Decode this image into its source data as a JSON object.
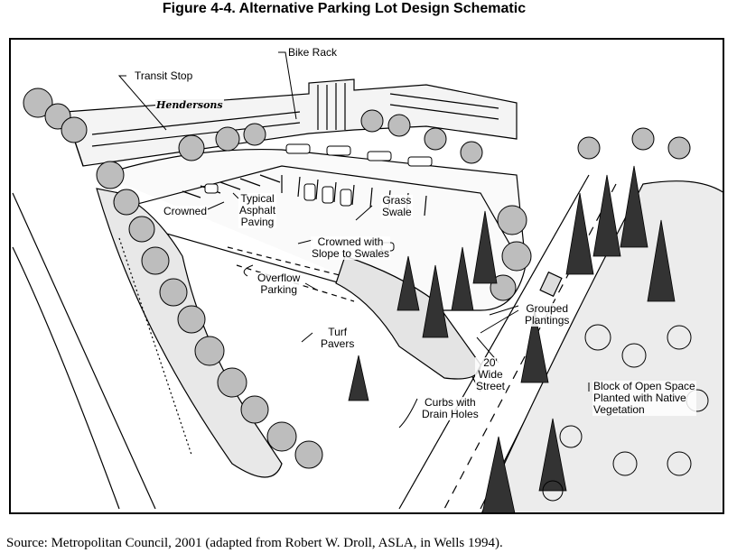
{
  "figure": {
    "title": "Figure 4-4. Alternative Parking Lot Design Schematic"
  },
  "labels": {
    "bike_rack": "Bike Rack",
    "transit_stop": "Transit Stop",
    "store_sign": "Hendersons",
    "crowned": "Crowned",
    "typical_asphalt_paving": "Typical\nAsphalt\nPaving",
    "grass_swale": "Grass\nSwale",
    "crowned_with_slope": "Crowned with\nSlope to Swales",
    "overflow_parking": "Overflow\nParking",
    "turf_pavers": "Turf\nPavers",
    "grouped_plantings": "Grouped\nPlantings",
    "wide_street": "20'\nWide\nStreet",
    "curbs_with_drain_holes": "Curbs with\nDrain Holes",
    "open_space": "Block of Open Space\nPlanted with Native\nVegetation"
  },
  "source": {
    "text": "Source: Metropolitan Council, 2001 (adapted from Robert W. Droll, ASLA, in Wells 1994)."
  }
}
